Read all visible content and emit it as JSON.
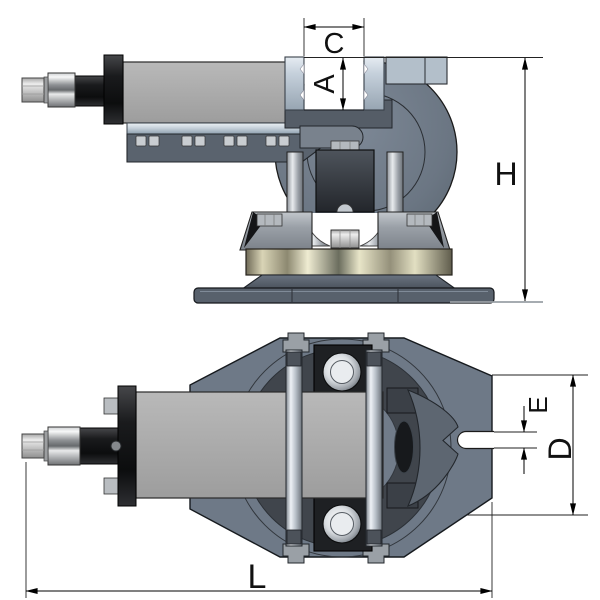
{
  "diagram": {
    "type": "technical-drawing",
    "views": {
      "front_elevation": {
        "dimension_ids": [
          "C",
          "A",
          "H"
        ]
      },
      "top_plan": {
        "dimension_ids": [
          "E",
          "D",
          "L"
        ]
      }
    },
    "dimension_labels": {
      "C": "C",
      "A": "A",
      "H": "H",
      "E": "E",
      "D": "D",
      "L": "L"
    },
    "colors": {
      "outline": "#1a1a1a",
      "dimension_line": "#000000",
      "ground_line": "#9aa0a6",
      "body_gray": "#aeaeae",
      "slate_body": "#6e7987",
      "slate_dark": "#40454c",
      "steel_jaw": "#c6d1dc",
      "black_component": "#1d1f22",
      "base_dark": "#58616c",
      "background": "#ffffff"
    }
  }
}
